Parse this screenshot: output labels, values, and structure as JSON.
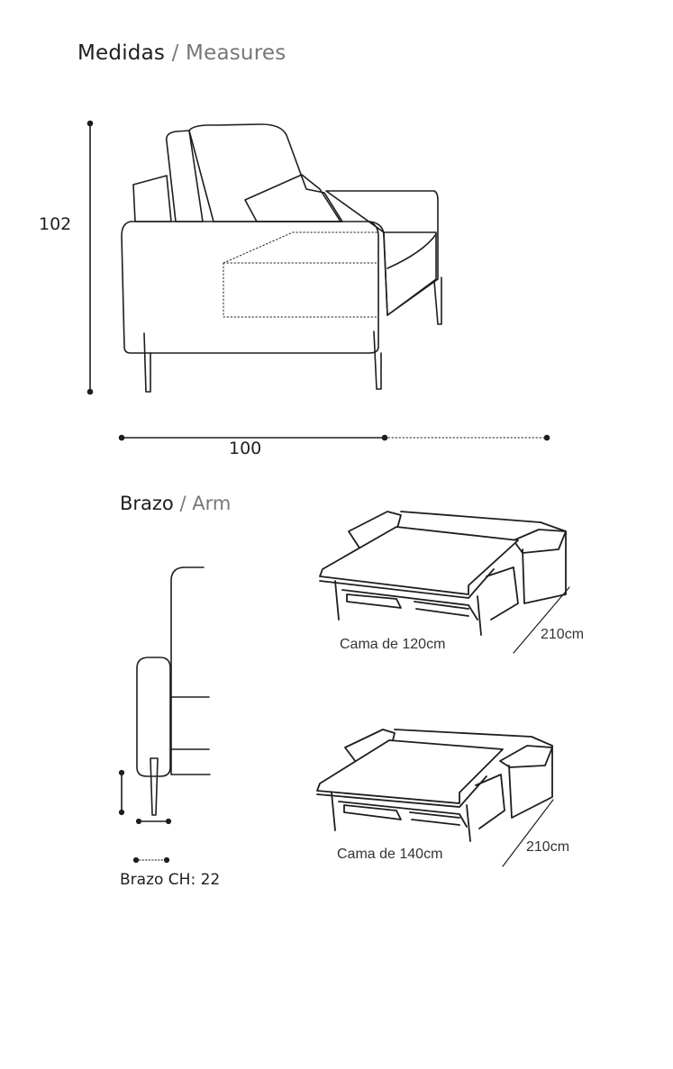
{
  "measures": {
    "title_es": "Medidas",
    "separator": " / ",
    "title_en": "Measures",
    "height_value": "102",
    "width_value": "100"
  },
  "arm": {
    "title_es": "Brazo",
    "separator": " / ",
    "title_en": "Arm",
    "caption": "Brazo CH: 22"
  },
  "beds": [
    {
      "label": "Cama de 120cm",
      "length": "210cm"
    },
    {
      "label": "Cama de 140cm",
      "length": "210cm"
    }
  ]
}
